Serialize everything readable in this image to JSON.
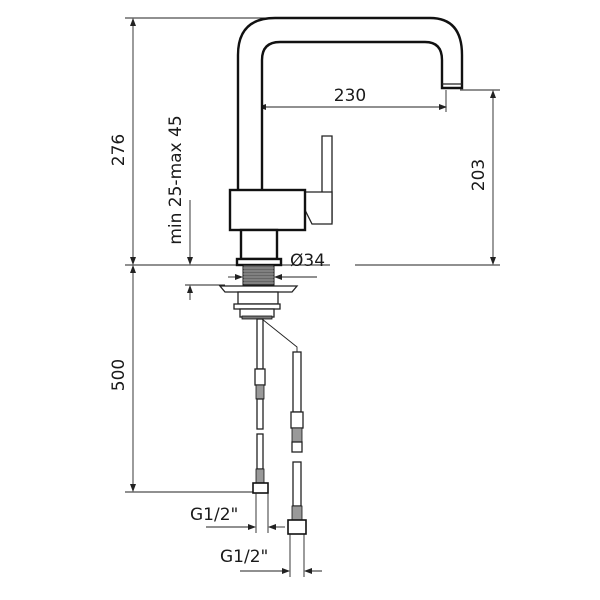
{
  "drawing": {
    "title": "Kitchen faucet dimension drawing",
    "dimensions": {
      "total_height": "276",
      "spout_reach": "230",
      "spout_height": "203",
      "hose_length": "500",
      "worktop_thickness": "min 25-max 45",
      "shank_diameter": "Ø34",
      "hose_connection_1": "G1/2\"",
      "hose_connection_2": "G1/2\""
    },
    "line_color": "#111111"
  }
}
